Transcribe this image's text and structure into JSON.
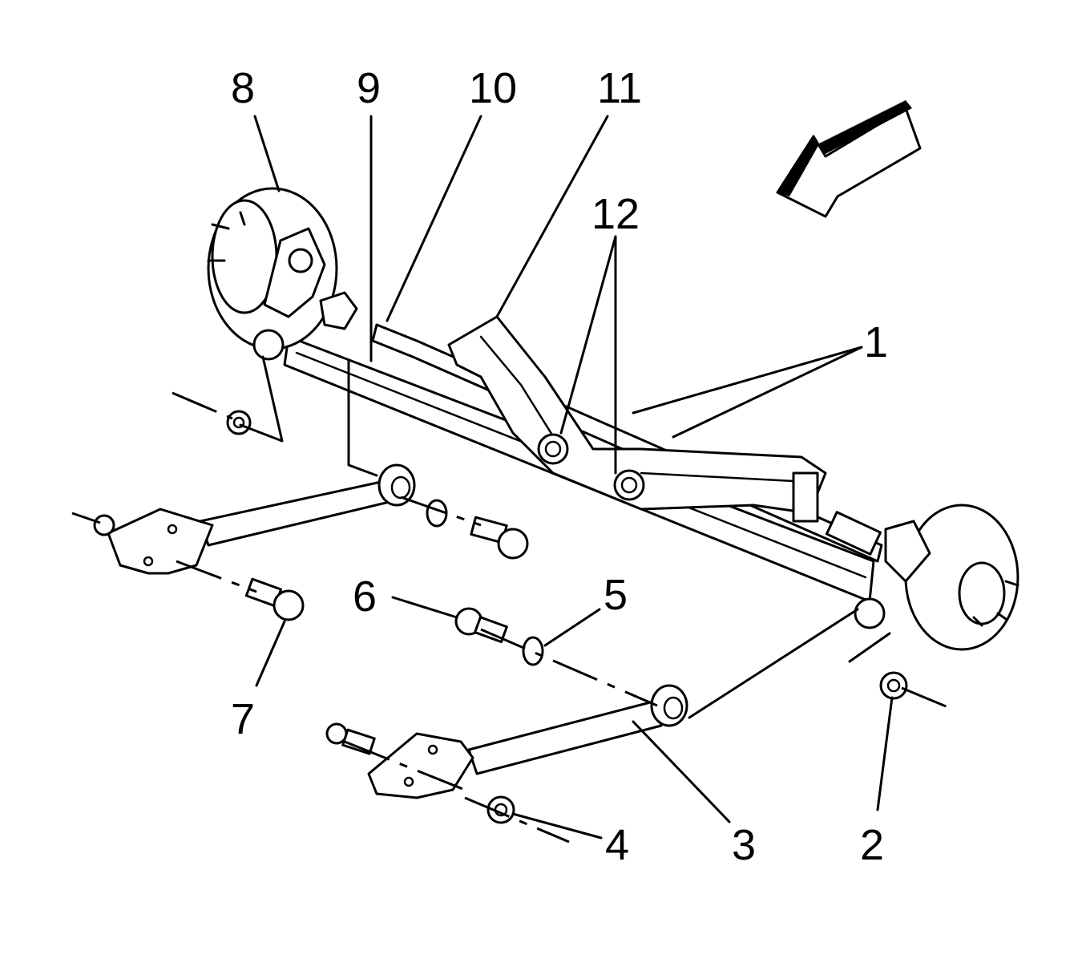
{
  "diagram": {
    "callouts": {
      "c1": "1",
      "c2": "2",
      "c3": "3",
      "c4": "4",
      "c5": "5",
      "c6": "6",
      "c7": "7",
      "c8": "8",
      "c9": "9",
      "c10": "10",
      "c11": "11",
      "c12": "12"
    },
    "line_color": "#000000",
    "background": "#ffffff",
    "direction_icon": "front-direction-arrow-icon"
  }
}
